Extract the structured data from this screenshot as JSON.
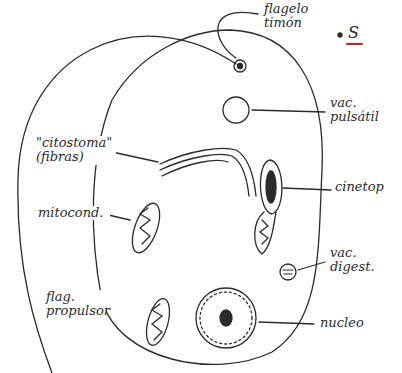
{
  "diagram": {
    "labels": [
      "flagelo timón",
      "S",
      "vac. pulsátil",
      "\"citostoma\" (fibras)",
      "mitocond.",
      "cinetop",
      "vac. digest.",
      "nucleo",
      "flag. propulsor"
    ]
  }
}
